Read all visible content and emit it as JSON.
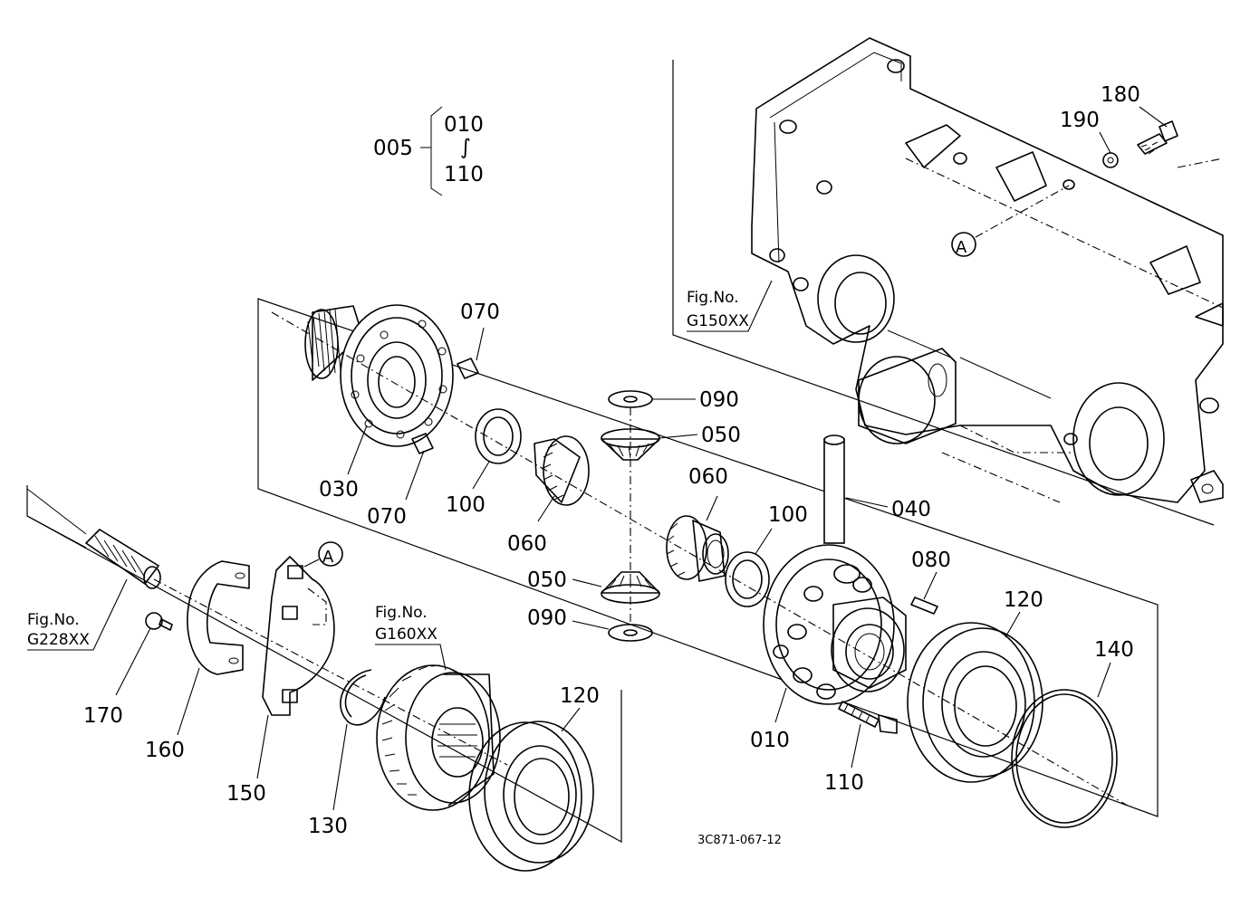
{
  "labels": {
    "assy_005": "005",
    "assy_010": "010",
    "assy_range": "∫",
    "assy_110": "110",
    "p010": "010",
    "p030": "030",
    "p040": "040",
    "p050_top": "050",
    "p050_bottom": "050",
    "p060_left": "060",
    "p060_right": "060",
    "p070_top": "070",
    "p070_bottom": "070",
    "p080": "080",
    "p090_top": "090",
    "p090_bottom": "090",
    "p100_left": "100",
    "p100_right": "100",
    "p110": "110",
    "p120_left": "120",
    "p120_right": "120",
    "p130": "130",
    "p140": "140",
    "p150": "150",
    "p160": "160",
    "p170": "170",
    "p180": "180",
    "p190": "190",
    "ref_a_top": "A",
    "ref_a_bottom": "A"
  },
  "figrefs": {
    "g150_title": "Fig.No.",
    "g150_code": "G150XX",
    "g228_title": "Fig.No.",
    "g228_code": "G228XX",
    "g160_title": "Fig.No.",
    "g160_code": "G160XX"
  },
  "drawing_code": "3C871-067-12"
}
